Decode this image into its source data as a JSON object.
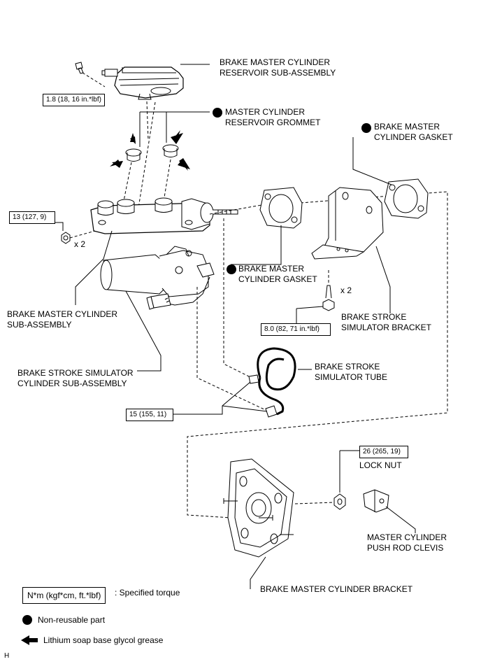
{
  "labels": {
    "reservoir_l1": "BRAKE MASTER CYLINDER",
    "reservoir_l2": "RESERVOIR SUB-ASSEMBLY",
    "grommet_l1": "MASTER CYLINDER",
    "grommet_l2": "RESERVOIR GROMMET",
    "gasket_right_l1": "BRAKE MASTER",
    "gasket_right_l2": "CYLINDER GASKET",
    "gasket_mid_l1": "BRAKE MASTER",
    "gasket_mid_l2": "CYLINDER GASKET",
    "master_cyl_l1": "BRAKE MASTER CYLINDER",
    "master_cyl_l2": "SUB-ASSEMBLY",
    "simulator_bracket_l1": "BRAKE STROKE",
    "simulator_bracket_l2": "SIMULATOR BRACKET",
    "simulator_cyl_l1": "BRAKE STROKE SIMULATOR",
    "simulator_cyl_l2": "CYLINDER SUB-ASSEMBLY",
    "simulator_tube_l1": "BRAKE STROKE",
    "simulator_tube_l2": "SIMULATOR TUBE",
    "lock_nut": "LOCK NUT",
    "clevis_l1": "MASTER CYLINDER",
    "clevis_l2": "PUSH ROD CLEVIS",
    "mc_bracket": "BRAKE MASTER CYLINDER BRACKET",
    "x2_a": "x 2",
    "x2_b": "x 2"
  },
  "torques": {
    "t1": "1.8 (18, 16 in.*lbf)",
    "t2": "13 (127, 9)",
    "t3": "8.0 (82, 71 in.*lbf)",
    "t4": "15 (155, 11)",
    "t5": "26 (265, 19)"
  },
  "legend": {
    "torque_box": "N*m (kgf*cm, ft.*lbf)",
    "torque_desc": ": Specified torque",
    "nonreusable": "Non-reusable part",
    "grease": "Lithium soap base glycol grease"
  },
  "figure_code": "H"
}
